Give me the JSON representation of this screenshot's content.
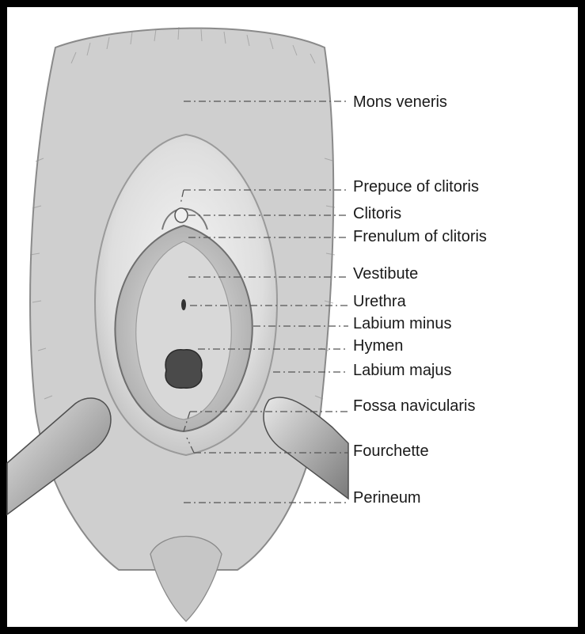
{
  "figure": {
    "colors": {
      "border": "#000000",
      "background": "#ffffff",
      "line": "#555555",
      "text": "#1a1a1a",
      "skin": "#d9d9d9",
      "hair": "#8a8a8a"
    },
    "labels": [
      {
        "id": "mons-veneris",
        "text": "Mons veneris"
      },
      {
        "id": "prepuce-of-clitoris",
        "text": "Prepuce of clitoris"
      },
      {
        "id": "clitoris",
        "text": "Clitoris"
      },
      {
        "id": "frenulum-of-clitoris",
        "text": "Frenulum of clitoris"
      },
      {
        "id": "vestibute",
        "text": "Vestibute"
      },
      {
        "id": "urethra",
        "text": "Urethra"
      },
      {
        "id": "labium-minus",
        "text": "Labium minus"
      },
      {
        "id": "hymen",
        "text": "Hymen"
      },
      {
        "id": "labium-majus",
        "text": "Labium majus"
      },
      {
        "id": "fossa-navicularis",
        "text": "Fossa navicularis"
      },
      {
        "id": "fourchette",
        "text": "Fourchette"
      },
      {
        "id": "perineum",
        "text": "Perineum"
      }
    ]
  }
}
